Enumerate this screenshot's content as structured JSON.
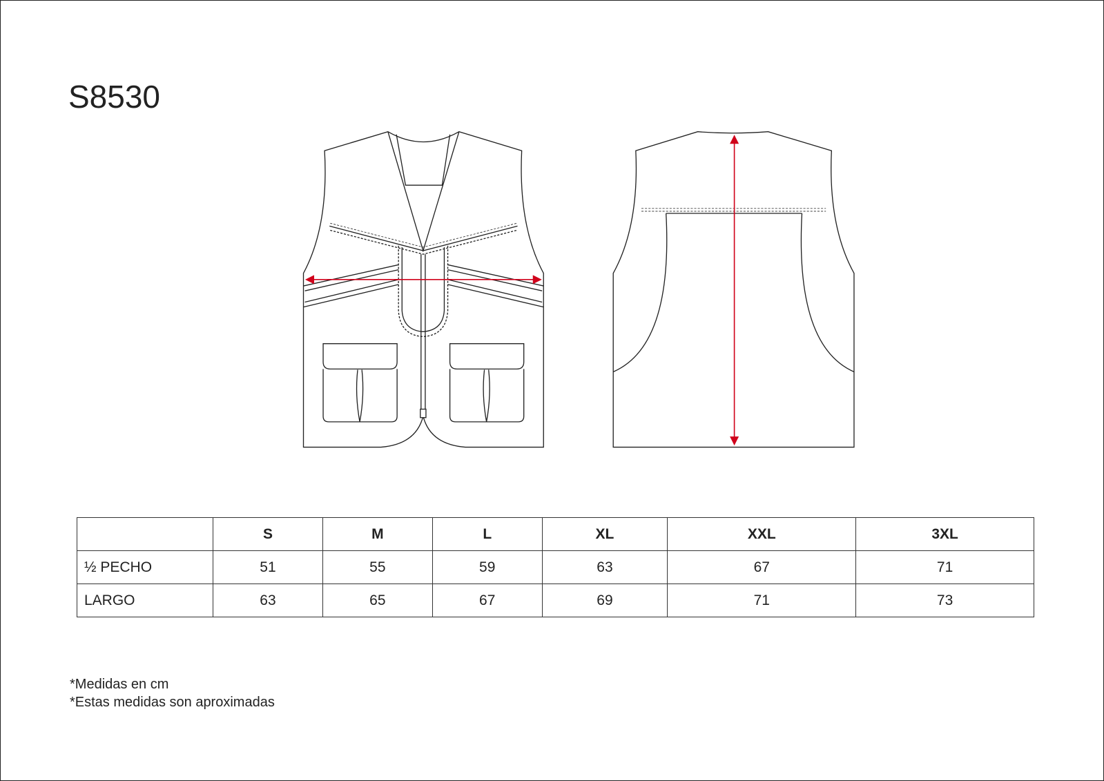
{
  "title": "S8530",
  "colors": {
    "arrow": "#d0021b",
    "line": "#222222"
  },
  "figures": {
    "front": "vest-front-drawing",
    "back": "vest-back-drawing"
  },
  "table": {
    "headers": [
      "",
      "S",
      "M",
      "L",
      "XL",
      "XXL",
      "3XL"
    ],
    "rows": [
      {
        "label": "½ PECHO",
        "values": [
          "51",
          "55",
          "59",
          "63",
          "67",
          "71"
        ]
      },
      {
        "label": "LARGO",
        "values": [
          "63",
          "65",
          "67",
          "69",
          "71",
          "73"
        ]
      }
    ]
  },
  "notes": [
    "*Medidas en cm",
    "*Estas medidas son aproximadas"
  ]
}
